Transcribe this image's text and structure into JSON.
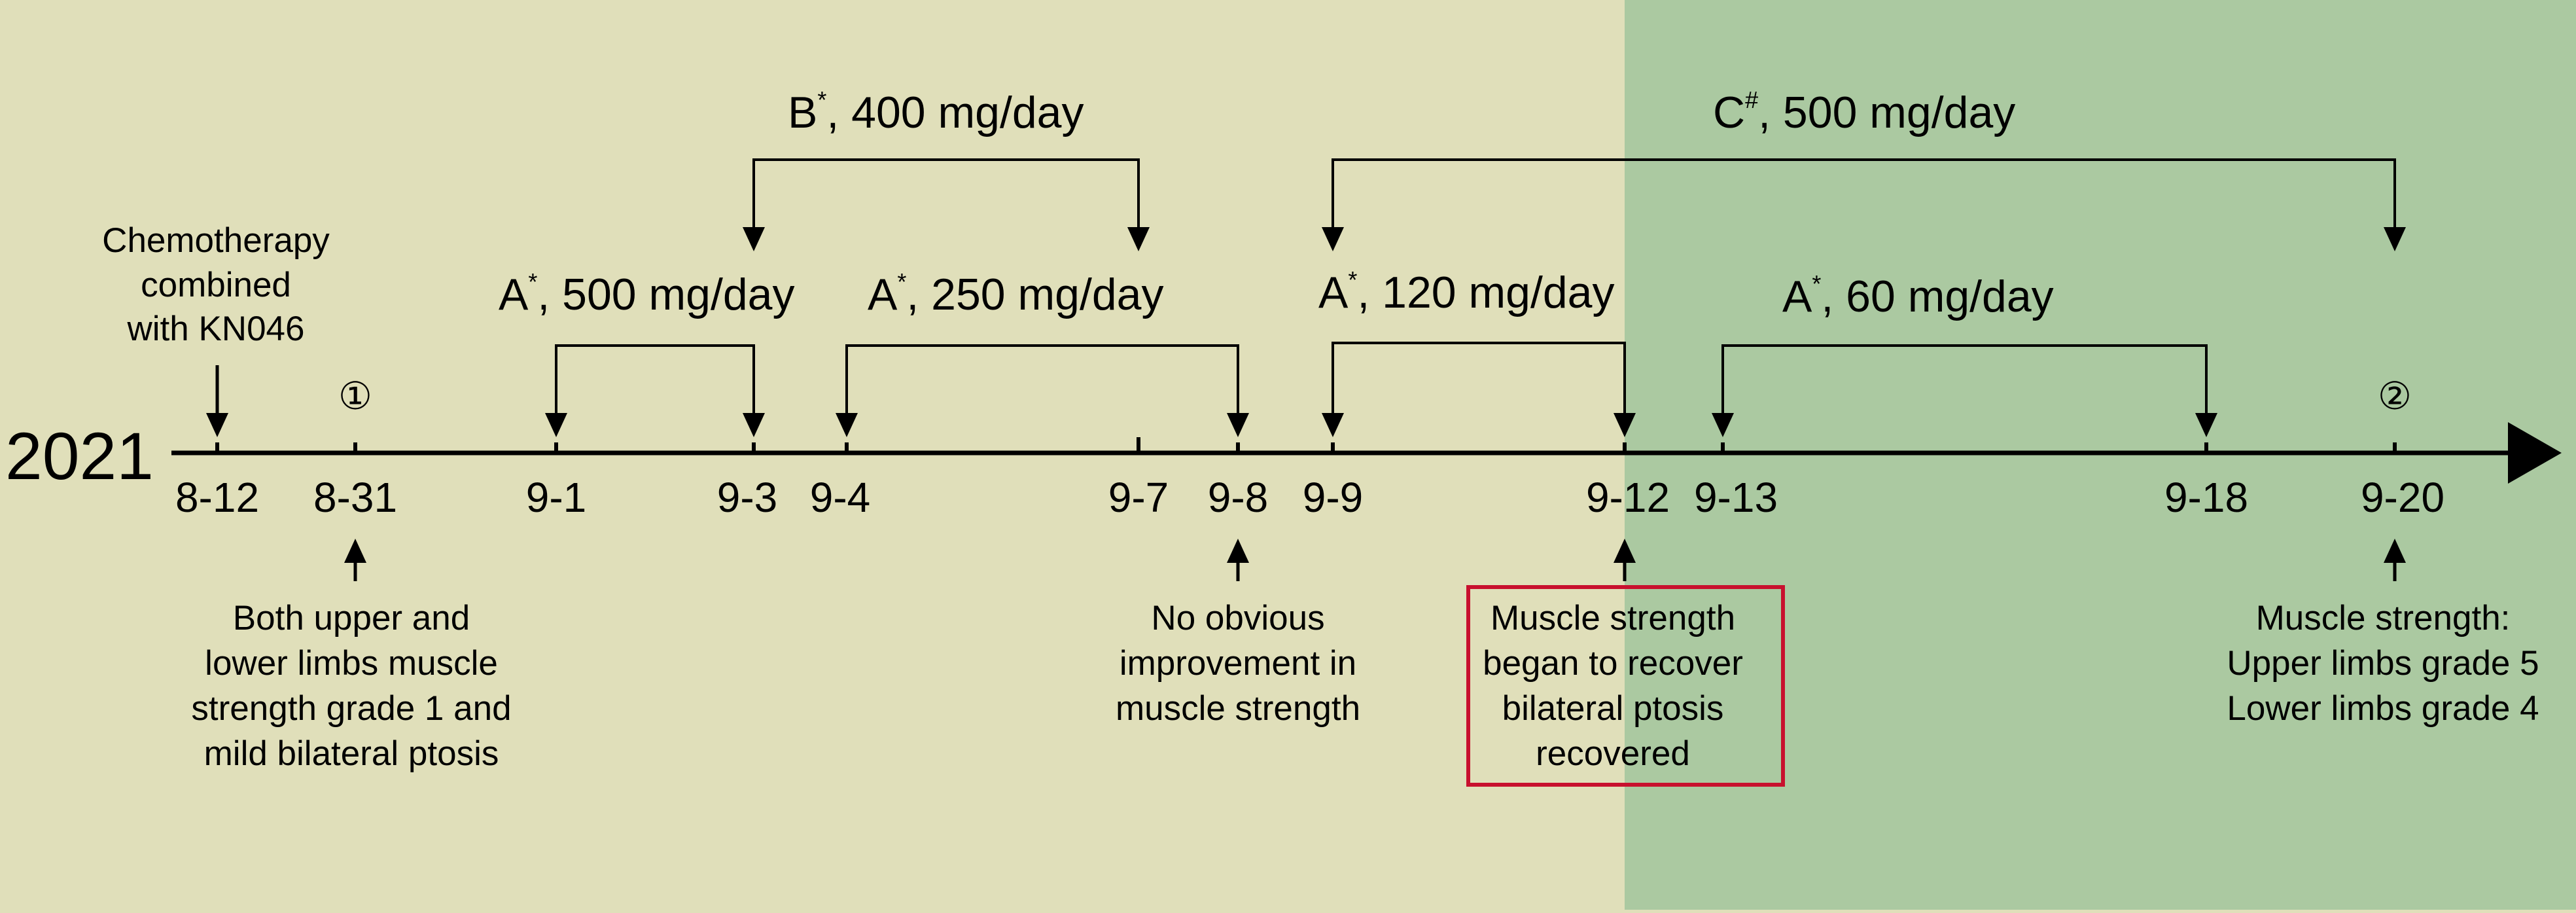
{
  "colors": {
    "background_left": "#e0dfba",
    "background_right": "#abc9a1",
    "line": "#000000",
    "highlight_box": "#c8102e"
  },
  "year": "2021",
  "dates": [
    {
      "label": "8-12"
    },
    {
      "label": "8-31"
    },
    {
      "label": "9-1"
    },
    {
      "label": "9-3"
    },
    {
      "label": "9-4"
    },
    {
      "label": "9-7"
    },
    {
      "label": "9-8"
    },
    {
      "label": "9-9"
    },
    {
      "label": "9-12"
    },
    {
      "label": "9-13"
    },
    {
      "label": "9-18"
    },
    {
      "label": "9-20"
    }
  ],
  "top_note": [
    "Chemotherapy",
    "combined",
    "with KN046"
  ],
  "markers": [
    {
      "symbol": "①",
      "date": "8-31"
    },
    {
      "symbol": "②",
      "date": "9-20"
    }
  ],
  "doses": [
    {
      "drug": "A",
      "mark": "*",
      "dose": ", 500 mg/day",
      "from": "9-1",
      "to": "9-3"
    },
    {
      "drug": "A",
      "mark": "*",
      "dose": ", 250 mg/day",
      "from": "9-4",
      "to": "9-8"
    },
    {
      "drug": "A",
      "mark": "*",
      "dose": ", 120 mg/day",
      "from": "9-9",
      "to": "9-12"
    },
    {
      "drug": "A",
      "mark": "*",
      "dose": ", 60 mg/day",
      "from": "9-13",
      "to": "9-18"
    },
    {
      "drug": "B",
      "mark": "*",
      "dose": ", 400 mg/day",
      "from": "9-3",
      "to": "9-7"
    },
    {
      "drug": "C",
      "mark": "#",
      "dose": ", 500 mg/day",
      "from": "9-9",
      "to": "9-20"
    }
  ],
  "notes": [
    {
      "date": "8-31",
      "lines": [
        "Both upper and",
        "lower limbs muscle",
        "strength grade 1 and",
        "mild bilateral ptosis"
      ]
    },
    {
      "date": "9-8",
      "lines": [
        "No obvious",
        "improvement in",
        "muscle strength"
      ]
    },
    {
      "date": "9-12",
      "lines": [
        "Muscle strength",
        "began to recover",
        "bilateral ptosis",
        "recovered"
      ]
    },
    {
      "date": "9-20",
      "lines": [
        "Muscle strength:",
        "Upper limbs grade 5",
        "Lower limbs grade 4"
      ]
    }
  ]
}
